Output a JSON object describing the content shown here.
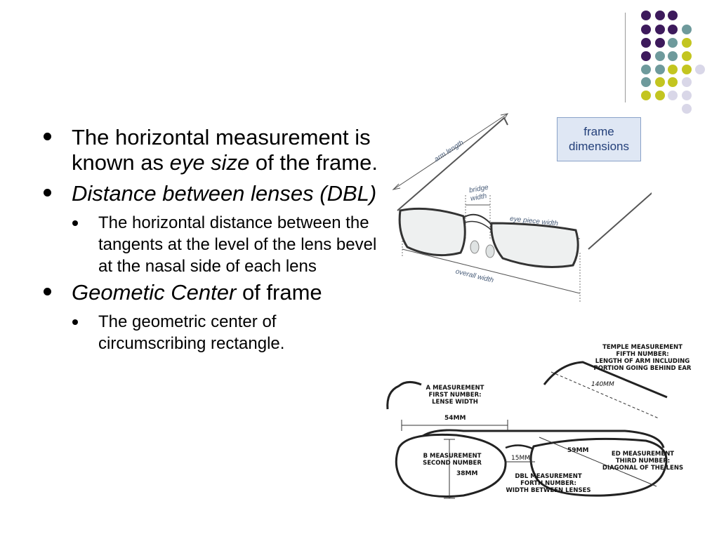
{
  "theme": {
    "dot_colors": {
      "purple": "#3d1a5c",
      "teal": "#6e9a9c",
      "olive": "#c3c520",
      "lavender": "#d9d7e8"
    }
  },
  "bullets": [
    {
      "runs": [
        {
          "text": "The horizontal measurement is known as ",
          "italic": false
        },
        {
          "text": "eye size",
          "italic": true
        },
        {
          "text": " of the frame.",
          "italic": false
        }
      ],
      "sub": []
    },
    {
      "runs": [
        {
          "text": "Distance between lenses (DBL)",
          "italic": true
        }
      ],
      "sub": [
        "The horizontal distance between the tangents at the level of the lens bevel at the nasal side of each lens"
      ]
    },
    {
      "runs": [
        {
          "text": "Geometic Center",
          "italic": true
        },
        {
          "text": " of frame",
          "italic": false
        }
      ],
      "sub": [
        "The geometric center of circumscribing rectangle."
      ]
    }
  ],
  "figure_top": {
    "box_title": [
      "frame",
      "dimensions"
    ],
    "labels": {
      "arm_length": "arm length",
      "bridge": [
        "bridge",
        "width"
      ],
      "eye_piece": "eye piece width",
      "overall": "overall width"
    }
  },
  "figure_bottom": {
    "a_measure": [
      "A MEASUREMENT",
      "FIRST NUMBER:",
      "LENSE WIDTH"
    ],
    "a_value": "54MM",
    "b_measure": [
      "B MEASUREMENT",
      "SECOND NUMBER"
    ],
    "b_value": "38MM",
    "temple": [
      "TEMPLE MEASUREMENT",
      "FIFTH NUMBER:",
      "LENGTH OF ARM INCLUDING",
      "PORTION GOING BEHIND EAR"
    ],
    "temple_value": "140MM",
    "ed": [
      "ED MEASUREMENT",
      "THIRD NUMBER:",
      "DIAGONAL OF THE LENS"
    ],
    "ed_value": "59MM",
    "dbl": [
      "DBL MEASUREMENT",
      "FORTH NUMBER:",
      "WIDTH BETWEEN LENSES"
    ],
    "dbl_value": "15MM"
  }
}
